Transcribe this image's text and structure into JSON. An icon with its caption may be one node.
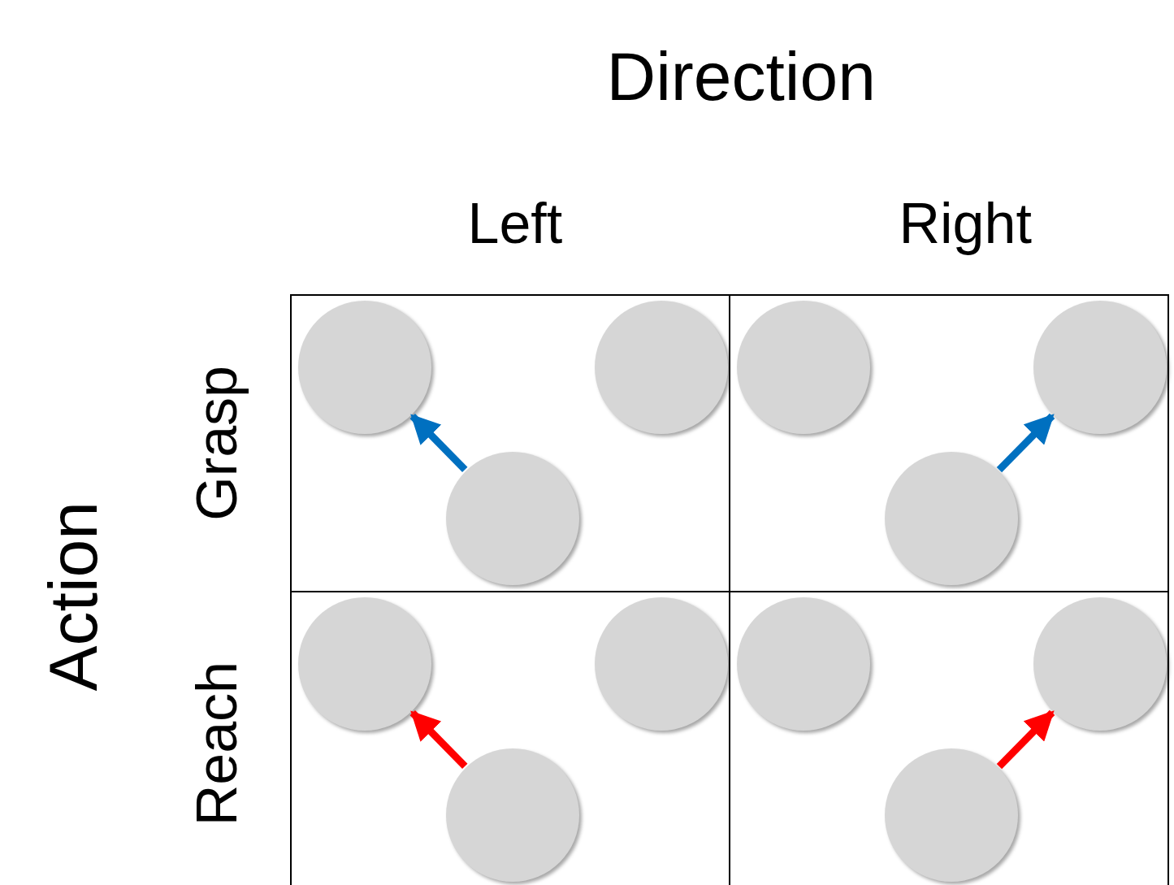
{
  "diagram": {
    "nodes": [
      {
        "text": [],
        "shape": "box"
      },
      {
        "text": [],
        "shape": "circle",
        "in": 0
      },
      {
        "text": [],
        "shape": "circle",
        "in": 0
      },
      {
        "text": [],
        "shape": "circle",
        "in": 0
      },
      {
        "text": [],
        "shape": "box"
      },
      {
        "text": [],
        "shape": "circle",
        "in": 4
      },
      {
        "text": [],
        "shape": "circle",
        "in": 4
      },
      {
        "text": [],
        "shape": "circle",
        "in": 4
      },
      {
        "text": [],
        "shape": "box"
      },
      {
        "text": [],
        "shape": "circle",
        "in": 8
      },
      {
        "text": [],
        "shape": "circle",
        "in": 8
      },
      {
        "text": [],
        "shape": "circle",
        "in": 8
      },
      {
        "text": [],
        "shape": "box"
      },
      {
        "text": [],
        "shape": "circle",
        "in": 12
      },
      {
        "text": [],
        "shape": "circle",
        "in": 12
      },
      {
        "text": [],
        "shape": "circle",
        "in": 12
      }
    ],
    "edges": [
      {
        "from": 3,
        "to": 1,
        "arrow": "to",
        "color": "#0070c0"
      },
      {
        "from": 7,
        "to": 6,
        "arrow": "to",
        "color": "#0070c0"
      },
      {
        "from": 11,
        "to": 9,
        "arrow": "to",
        "color": "#ff0000"
      },
      {
        "from": 15,
        "to": 14,
        "arrow": "to",
        "color": "#ff0000"
      }
    ],
    "labels": [
      "Direction",
      "Left",
      "Right",
      "Action",
      "Grasp",
      "Reach"
    ]
  }
}
